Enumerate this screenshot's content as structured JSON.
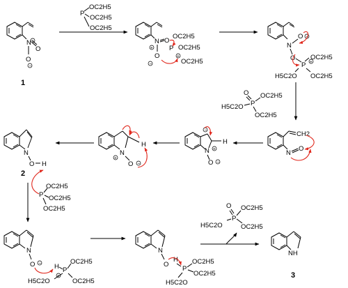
{
  "reagents": {
    "triethyl_phosphite": {
      "p": "P",
      "o1": "OC2H5",
      "o2": "OC2H5",
      "o3": "OC2H5"
    },
    "triethyl_phosphate": {
      "p": "P",
      "o_double": "O",
      "o1": "OC2H5",
      "o2": "H5C2O",
      "o3": "OC2H5"
    }
  },
  "compounds": {
    "c1": {
      "label": "1"
    },
    "c2": {
      "label": "2"
    },
    "c3": {
      "label": "3"
    }
  },
  "atoms": {
    "N": "N",
    "O": "O",
    "H": "H",
    "NH": "NH",
    "P": "P",
    "OC2H5": "OC2H5",
    "H5C2O": "H5C2O",
    "H5C2O_alt": "H5C2O",
    "CH2": "CH2"
  },
  "colors": {
    "bonds": "#000000",
    "electron_arrows": "#e0261b",
    "background": "#ffffff"
  }
}
